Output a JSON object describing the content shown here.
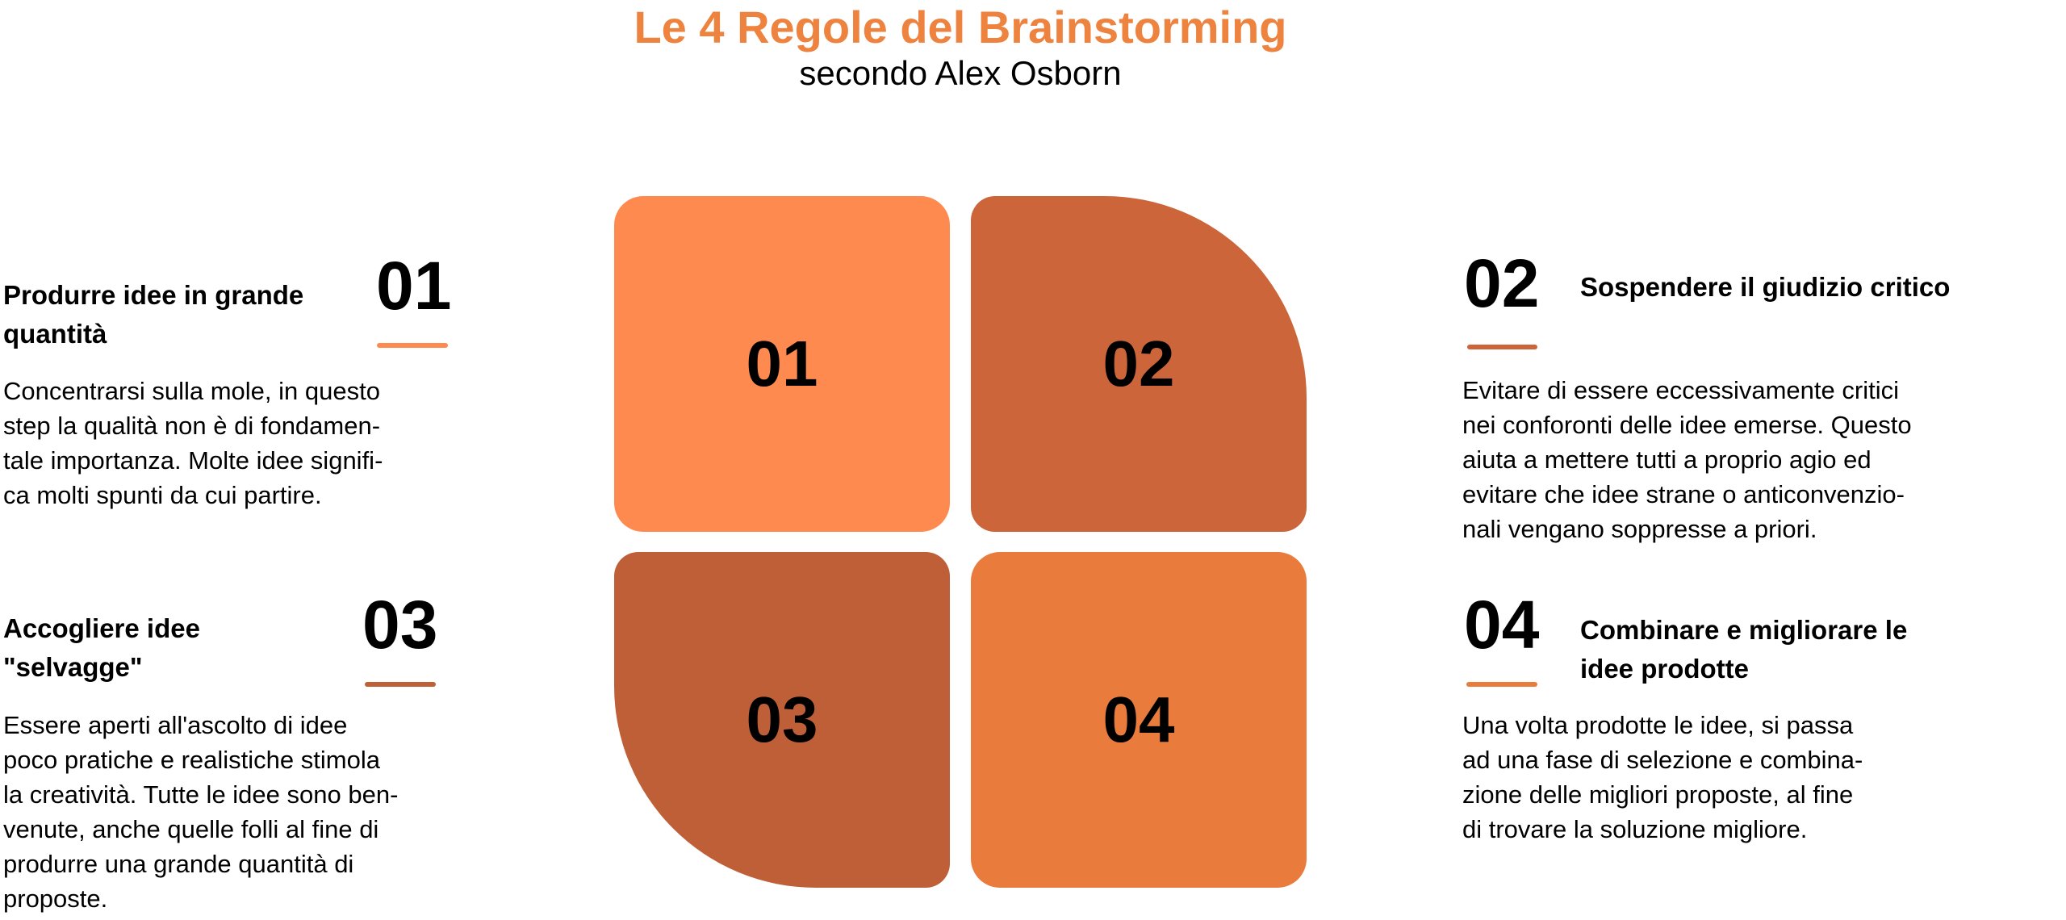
{
  "header": {
    "title": "Le 4 Regole del Brainstorming",
    "subtitle": "secondo Alex Osborn",
    "title_color": "#EE8340"
  },
  "tiles": [
    {
      "label": "01",
      "color": "#FF8A4F"
    },
    {
      "label": "02",
      "color": "#CC653A"
    },
    {
      "label": "03",
      "color": "#BF5F37"
    },
    {
      "label": "04",
      "color": "#E97B3D"
    }
  ],
  "rules": [
    {
      "number": "01",
      "title_lines": [
        "Produrre idee in grande",
        "quantità"
      ],
      "accent": "#FF8A4F",
      "text_lines": [
        "Concentrarsi sulla mole, in questo",
        "step la qualità non è di fondamen-",
        "tale importanza. Molte idee signifi-",
        "ca molti spunti da cui partire."
      ]
    },
    {
      "number": "02",
      "title_lines": [
        "Sospendere il giudizio critico"
      ],
      "accent": "#CC653A",
      "text_lines": [
        "Evitare di essere eccessivamente critici",
        "nei conforonti delle idee emerse. Questo",
        "aiuta a mettere tutti a proprio agio ed",
        "evitare che idee strane o anticonvenzio-",
        "nali vengano soppresse a priori."
      ]
    },
    {
      "number": "03",
      "title_lines": [
        "Accogliere idee",
        "\"selvagge\""
      ],
      "accent": "#BF5F37",
      "text_lines": [
        "Essere aperti all'ascolto di idee",
        "poco pratiche e realistiche stimola",
        "la creatività. Tutte le idee sono ben-",
        "venute, anche quelle folli al fine di",
        "produrre una grande quantità di",
        "proposte."
      ]
    },
    {
      "number": "04",
      "title_lines": [
        "Combinare e migliorare le",
        "idee prodotte"
      ],
      "accent": "#E97B3D",
      "text_lines": [
        "Una volta prodotte le idee, si passa",
        "ad una fase di selezione e combina-",
        "zione delle migliori proposte, al fine",
        "di trovare la soluzione migliore."
      ]
    }
  ]
}
